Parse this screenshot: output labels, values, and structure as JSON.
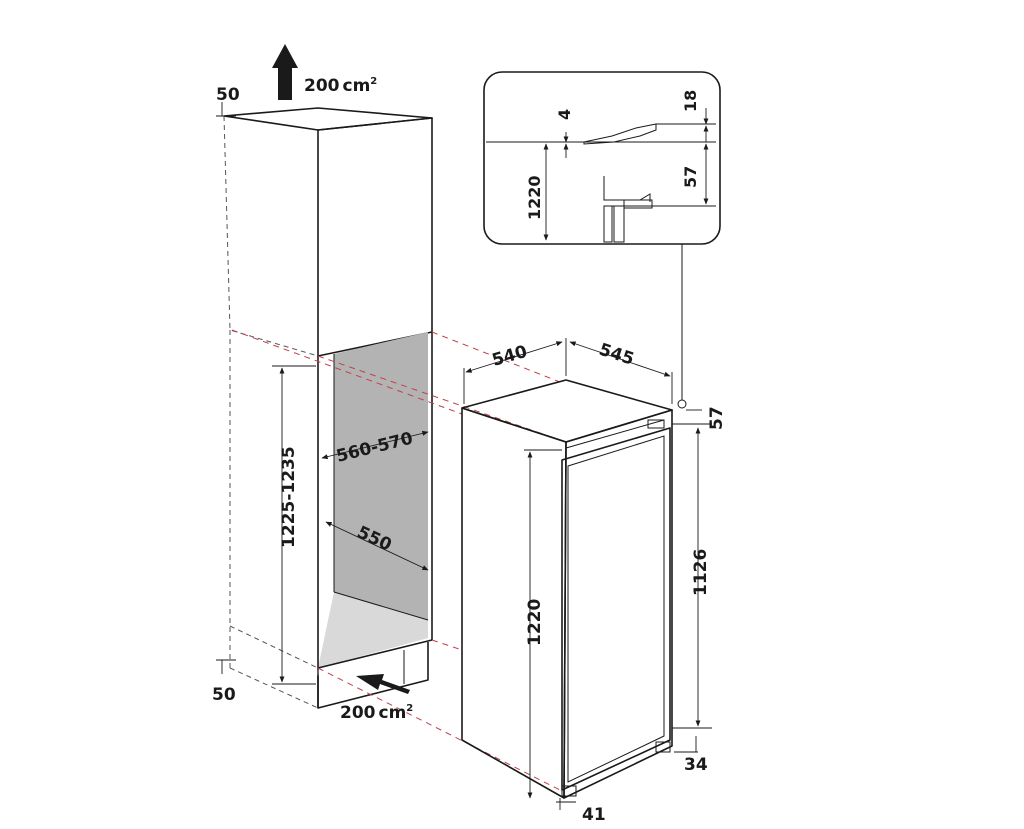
{
  "dimensions": {
    "top_gap": "50",
    "top_vent_area": "200",
    "top_vent_unit": "cm",
    "top_vent_exp": "2",
    "detail_18": "18",
    "detail_4": "4",
    "detail_57": "57",
    "detail_1220": "1220",
    "depth_540": "540",
    "width_545": "545",
    "niche_width": "560-570",
    "niche_height": "1225-1235",
    "niche_depth": "550",
    "side_57": "57",
    "door_height": "1126",
    "body_height": "1220",
    "bottom_gap": "50",
    "bottom_vent_area": "200",
    "bottom_vent_unit": "cm",
    "bottom_vent_exp": "2",
    "foot_34": "34",
    "foot_41": "41"
  },
  "colors": {
    "stroke": "#1a1a1a",
    "niche_back": "#b3b3b3",
    "niche_floor": "#d9d9d9",
    "guide_dash": "#c0404a"
  }
}
